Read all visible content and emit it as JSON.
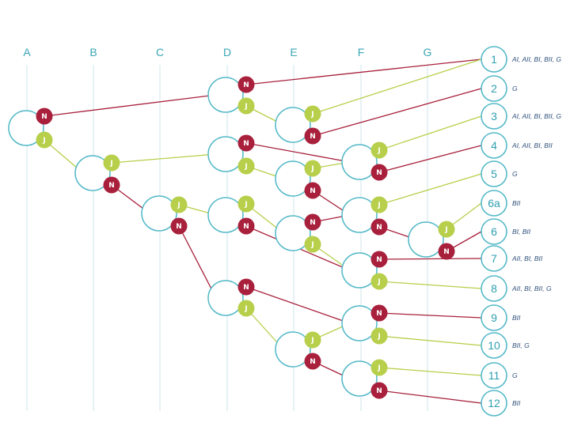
{
  "colors": {
    "no": "#a8203c",
    "yes": "#b7cf4a",
    "circle": "#54b9c8",
    "label": "#3aa6b6",
    "category": "#2e4f7a"
  },
  "columns": [
    "A",
    "B",
    "C",
    "D",
    "E",
    "F",
    "G"
  ],
  "dot_labels": {
    "no": "N",
    "yes": "J"
  },
  "outcomes": [
    {
      "id": "1",
      "categories": "AI, AII, BI, BII, G"
    },
    {
      "id": "2",
      "categories": "G"
    },
    {
      "id": "3",
      "categories": "AI, AII, BI, BII, G"
    },
    {
      "id": "4",
      "categories": "AI, AII, BI, BII"
    },
    {
      "id": "5",
      "categories": "G"
    },
    {
      "id": "6a",
      "categories": "BII"
    },
    {
      "id": "6",
      "categories": "BI, BII"
    },
    {
      "id": "7",
      "categories": "AII, BI, BII"
    },
    {
      "id": "8",
      "categories": "AII, BI, BII, G"
    },
    {
      "id": "9",
      "categories": "BII"
    },
    {
      "id": "10",
      "categories": "BII, G"
    },
    {
      "id": "11",
      "categories": "G"
    },
    {
      "id": "12",
      "categories": "BII"
    }
  ]
}
